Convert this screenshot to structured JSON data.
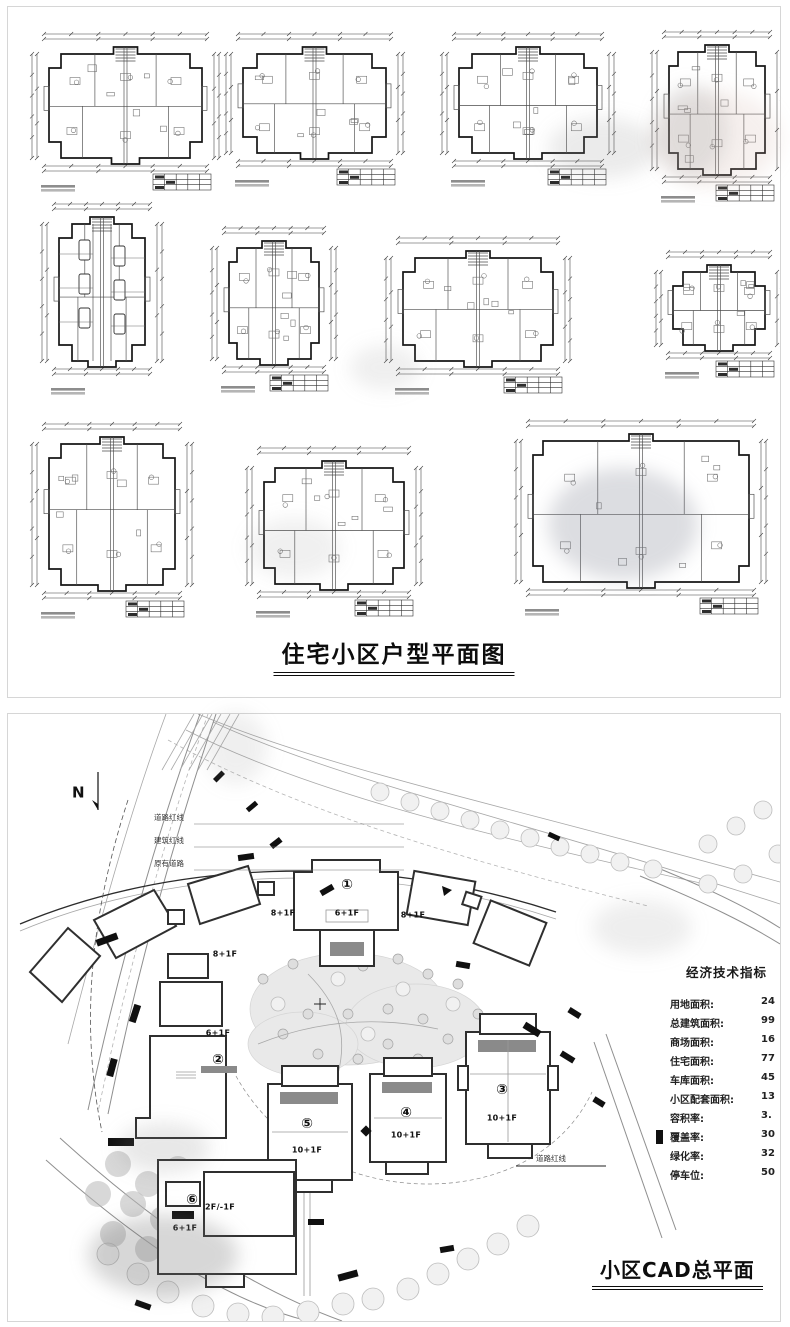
{
  "top_panel": {
    "title": "住宅小区户型平面图",
    "plans": [
      {
        "name": "unit-plan-01",
        "variant": "standard"
      },
      {
        "name": "unit-plan-02",
        "variant": "standard"
      },
      {
        "name": "unit-plan-03",
        "variant": "standard"
      },
      {
        "name": "unit-plan-04",
        "variant": "standard"
      },
      {
        "name": "garage-plan-05",
        "variant": "garage"
      },
      {
        "name": "unit-plan-06",
        "variant": "standard"
      },
      {
        "name": "unit-plan-07",
        "variant": "standard"
      },
      {
        "name": "unit-plan-08",
        "variant": "standard"
      },
      {
        "name": "unit-plan-09",
        "variant": "standard"
      },
      {
        "name": "unit-plan-10",
        "variant": "standard"
      },
      {
        "name": "unit-plan-11",
        "variant": "standard"
      }
    ]
  },
  "site_panel": {
    "title": "小区CAD总平面",
    "north_label": "N",
    "annotations": [
      "道路红线",
      "建筑红线",
      "原有道路",
      "道路红线"
    ],
    "buildings": [
      {
        "no": "①",
        "floors": "6+1F"
      },
      {
        "no": "②",
        "floors": "6+1F"
      },
      {
        "no": "③",
        "floors": "10+1F"
      },
      {
        "no": "④",
        "floors": "10+1F"
      },
      {
        "no": "⑤",
        "floors": "10+1F"
      },
      {
        "no": "⑥",
        "floors": "2F/-1F"
      }
    ],
    "float_labels": [
      "8+1F",
      "8+1F",
      "8+1F",
      "6+1F"
    ],
    "indicators": {
      "header": "经济技术指标",
      "items": [
        {
          "label": "用地面积:",
          "value": "24"
        },
        {
          "label": "总建筑面积:",
          "value": "99"
        },
        {
          "label": "商场面积:",
          "value": "16"
        },
        {
          "label": "住宅面积:",
          "value": "77"
        },
        {
          "label": "车库面积:",
          "value": "45"
        },
        {
          "label": "小区配套面积:",
          "value": "13"
        },
        {
          "label": "容积率:",
          "value": "3."
        },
        {
          "label": "覆盖率:",
          "value": "30"
        },
        {
          "label": "绿化率:",
          "value": "32"
        },
        {
          "label": "停车位:",
          "value": "50"
        }
      ]
    }
  }
}
